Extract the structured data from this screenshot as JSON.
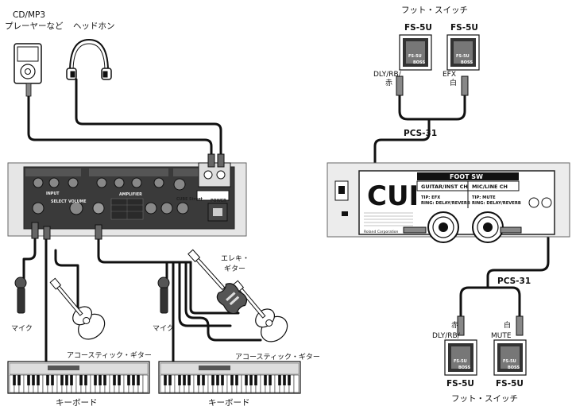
{
  "labels": {
    "cd_mp3_line1": "CD/MP3",
    "cd_mp3_line2": "プレーヤーなど",
    "headphones": "ヘッドホン",
    "mic_1": "マイク",
    "mic_2": "マイク",
    "acoustic_guitar_1": "アコースティック・ギター",
    "acoustic_guitar_2": "アコースティック・ギター",
    "electric_guitar_line1": "エレキ・",
    "electric_guitar_line2": "ギター",
    "keyboard_1": "キーボード",
    "keyboard_2": "キーボード",
    "footswitch_top_title": "フット・スイッチ",
    "footswitch_bottom_title": "フット・スイッチ",
    "fs_model_1": "FS-5U",
    "fs_model_2": "FS-5U",
    "fs_model_3": "FS-5U",
    "fs_model_4": "FS-5U",
    "fs_pedal_text": "FS-5U",
    "boss_logo": "BOSS",
    "top_plug_left": "DLY/RB/",
    "top_plug_left_color": "赤",
    "top_plug_right": "EFX",
    "top_plug_right_color": "白",
    "bottom_plug_left_color": "赤",
    "bottom_plug_left": "DLY/RB/",
    "bottom_plug_right_color": "白",
    "bottom_plug_right": "MUTE",
    "cable_top": "PCS-31",
    "cable_bottom": "PCS-31"
  },
  "rear_panel": {
    "logo": "CUI",
    "foot_sw_title": "FOOT SW",
    "guitar_ch": "GUITAR/INST CH",
    "mic_ch": "MIC/LINE CH",
    "tip_left": "TIP: EFX",
    "ring_left": "RING: DELAY/REVERB",
    "tip_right": "TIP: MUTE",
    "ring_right": "RING: DELAY/REVERB",
    "maker": "Roland Corporation"
  },
  "front_panel": {
    "input": "INPUT",
    "select": "SELECT",
    "volume": "VOLUME",
    "amplifier": "AMPLIFIER",
    "power": "POWER",
    "brand": "CUBE Street"
  },
  "colors": {
    "cable": "#111111",
    "panel_fill": "#e8e8e8",
    "dark_panel": "#2a2a2a"
  }
}
